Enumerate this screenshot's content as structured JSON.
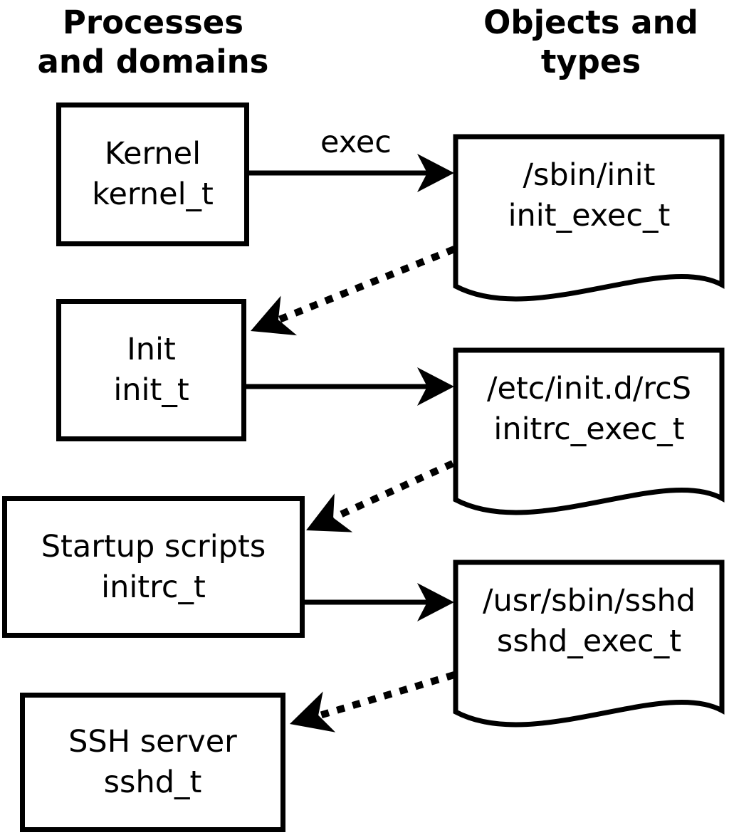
{
  "diagram": {
    "title_left": {
      "line1": "Processes",
      "line2": "and domains"
    },
    "title_right": {
      "line1": "Objects and",
      "line2": "types"
    },
    "processes": [
      {
        "label": "Kernel",
        "domain": "kernel_t"
      },
      {
        "label": "Init",
        "domain": "init_t"
      },
      {
        "label": "Startup scripts",
        "domain": "initrc_t"
      },
      {
        "label": "SSH server",
        "domain": "sshd_t"
      }
    ],
    "objects": [
      {
        "path": "/sbin/init",
        "type": "init_exec_t"
      },
      {
        "path": "/etc/init.d/rcS",
        "type": "initrc_exec_t"
      },
      {
        "path": "/usr/sbin/sshd",
        "type": "sshd_exec_t"
      }
    ],
    "edges": {
      "exec_label": "exec",
      "solid_arrow_meaning": "exec",
      "dotted_arrow_count": 3,
      "solid_arrow_count": 3
    },
    "colors": {
      "ink": "#000000",
      "paper": "#ffffff"
    }
  }
}
